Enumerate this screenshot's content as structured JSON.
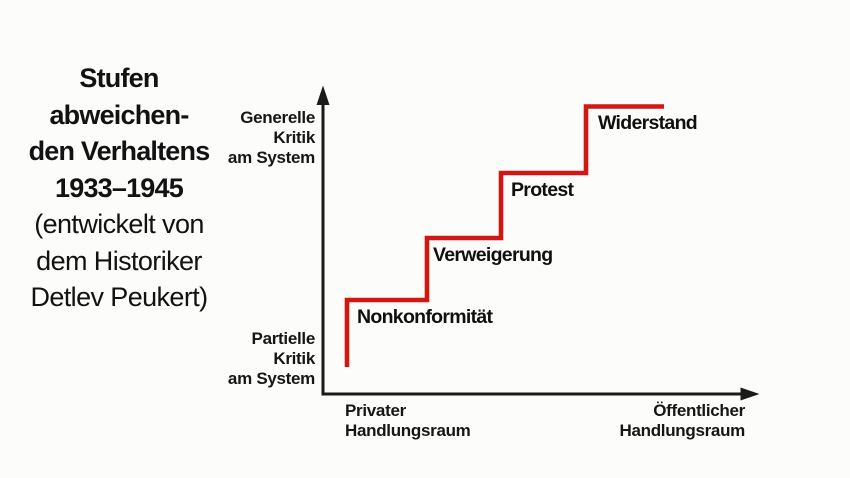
{
  "figure": {
    "title_lines": [
      "Stufen",
      "abweichen-",
      "den Verhaltens",
      "1933–1945",
      "(entwickelt von",
      "dem Historiker",
      "Detlev Peukert)"
    ]
  },
  "diagram": {
    "y_axis": {
      "top_label_lines": [
        "Generelle",
        "Kritik",
        "am System"
      ],
      "bottom_label_lines": [
        "Partielle",
        "Kritik",
        "am System"
      ]
    },
    "x_axis": {
      "left_label_lines": [
        "Privater",
        "Handlungsraum"
      ],
      "right_label_lines": [
        "Öffentlicher",
        "Handlungsraum"
      ]
    },
    "steps": [
      {
        "label": "Nonkonformität"
      },
      {
        "label": "Verweigerung"
      },
      {
        "label": "Protest"
      },
      {
        "label": "Widerstand"
      }
    ],
    "colors": {
      "step_line": "#d01712",
      "axis": "#1b1b1b",
      "background": "#fcfcfb"
    }
  },
  "chart_data": {
    "type": "step-diagram",
    "title": "Stufen abweichenden Verhaltens 1933–1945 (entwickelt von dem Historiker Detlev Peukert)",
    "xlabel_left": "Privater Handlungsraum",
    "xlabel_right": "Öffentlicher Handlungsraum",
    "ylabel_bottom": "Partielle Kritik am System",
    "ylabel_top": "Generelle Kritik am System",
    "series_order_low_to_high": [
      "Nonkonformität",
      "Verweigerung",
      "Protest",
      "Widerstand"
    ],
    "grid": false,
    "legend": false
  }
}
